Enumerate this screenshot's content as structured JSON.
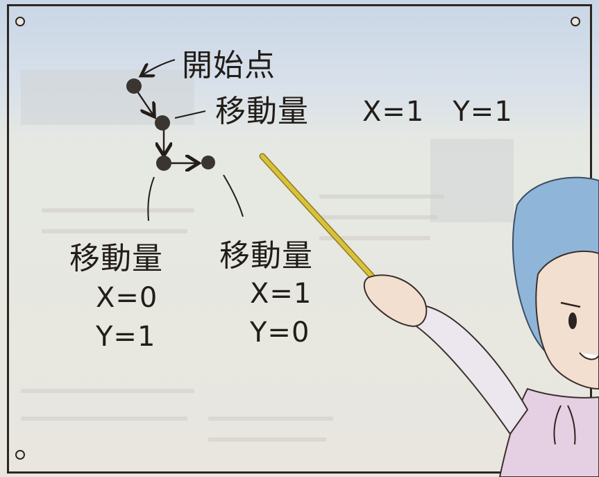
{
  "labels": {
    "start_point": "開始点",
    "movement_top": "移動量",
    "top_values": "X=1　Y=1",
    "movement_left": "移動量",
    "left_x": "X=0",
    "left_y": "Y=1",
    "movement_right": "移動量",
    "right_x": "X=1",
    "right_y": "Y=0"
  },
  "colors": {
    "ink": "#221d19",
    "dot": "#3a3530",
    "pointer": "#d9c23a",
    "hair": "#8fb6d9",
    "skin": "#f3dfcf",
    "sleeve": "#ece6ee"
  }
}
